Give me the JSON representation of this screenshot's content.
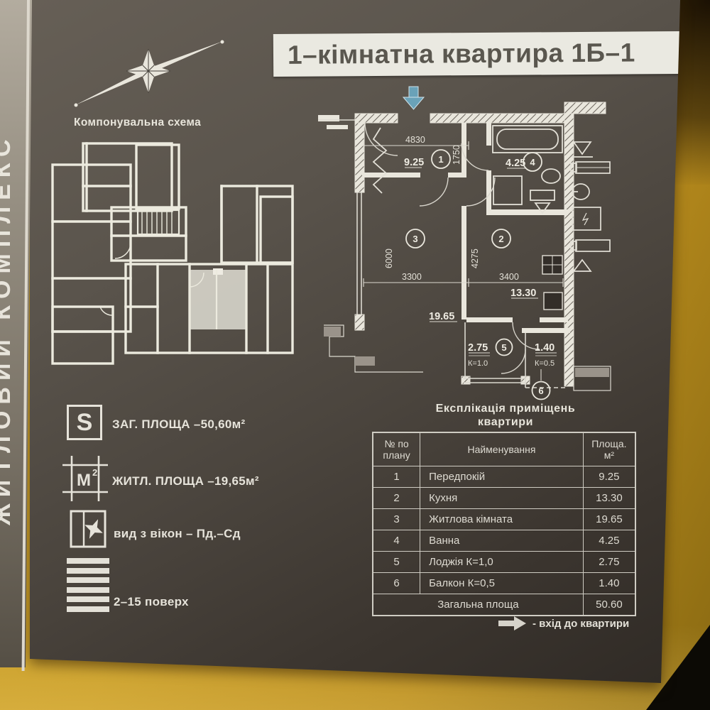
{
  "photo": {
    "side_text": "ЖИТЛОВИЙ КОМПЛЕКС",
    "colors": {
      "wall": "#c79c27",
      "poster": "#4b453e",
      "lines": "#e9e6dc",
      "entrance_arrow": "#6aa2b8",
      "highlight": "#d5d2c9"
    }
  },
  "header": {
    "title": "1–кімнатна квартира 1Б–1"
  },
  "compass": {
    "label": "Компонувальна схема"
  },
  "plan": {
    "dim_top": "4830",
    "dim_hall": "1750",
    "dim_room_v": "6000",
    "dim_room_h": "3300",
    "dim_kitchen_v": "4275",
    "dim_kitchen_h": "3400",
    "num1": "1",
    "area1": "9.25",
    "num2": "2",
    "area2": "13.30",
    "num3": "3",
    "area3": "19.65",
    "num4": "4",
    "area4": "4.25",
    "num5": "5",
    "area5": "2.75",
    "coef5": "К=1.0",
    "num6": "6",
    "area6": "1.40",
    "coef6": "К=0.5"
  },
  "legend": {
    "item1_icon": "S",
    "item1_label": "ЗАГ. ПЛОЩА –50,60м²",
    "item2_icon": "М",
    "item2_sup": "2",
    "item2_label": "ЖИТЛ. ПЛОЩА –19,65м²",
    "item3_label": "вид з вікон – Пд.–Сд",
    "item4_label": "2–15 поверх"
  },
  "table": {
    "title_line1": "Експлікація  приміщень",
    "title_line2": "квартири",
    "headers": {
      "num1": "№ по",
      "num2": "плану",
      "name": "Найменування",
      "area1": "Площа.",
      "area2": "м²"
    },
    "rows": [
      [
        "1",
        "Передпокій",
        "9.25"
      ],
      [
        "2",
        "Кухня",
        "13.30"
      ],
      [
        "3",
        "Житлова кімната",
        "19.65"
      ],
      [
        "4",
        "Ванна",
        "4.25"
      ],
      [
        "5",
        "Лоджія  К=1,0",
        "2.75"
      ],
      [
        "6",
        "Балкон   К=0,5",
        "1.40"
      ]
    ],
    "footer": {
      "label": "Загальна площа",
      "value": "50.60"
    }
  },
  "entrance_note": "- вхід до квартири"
}
